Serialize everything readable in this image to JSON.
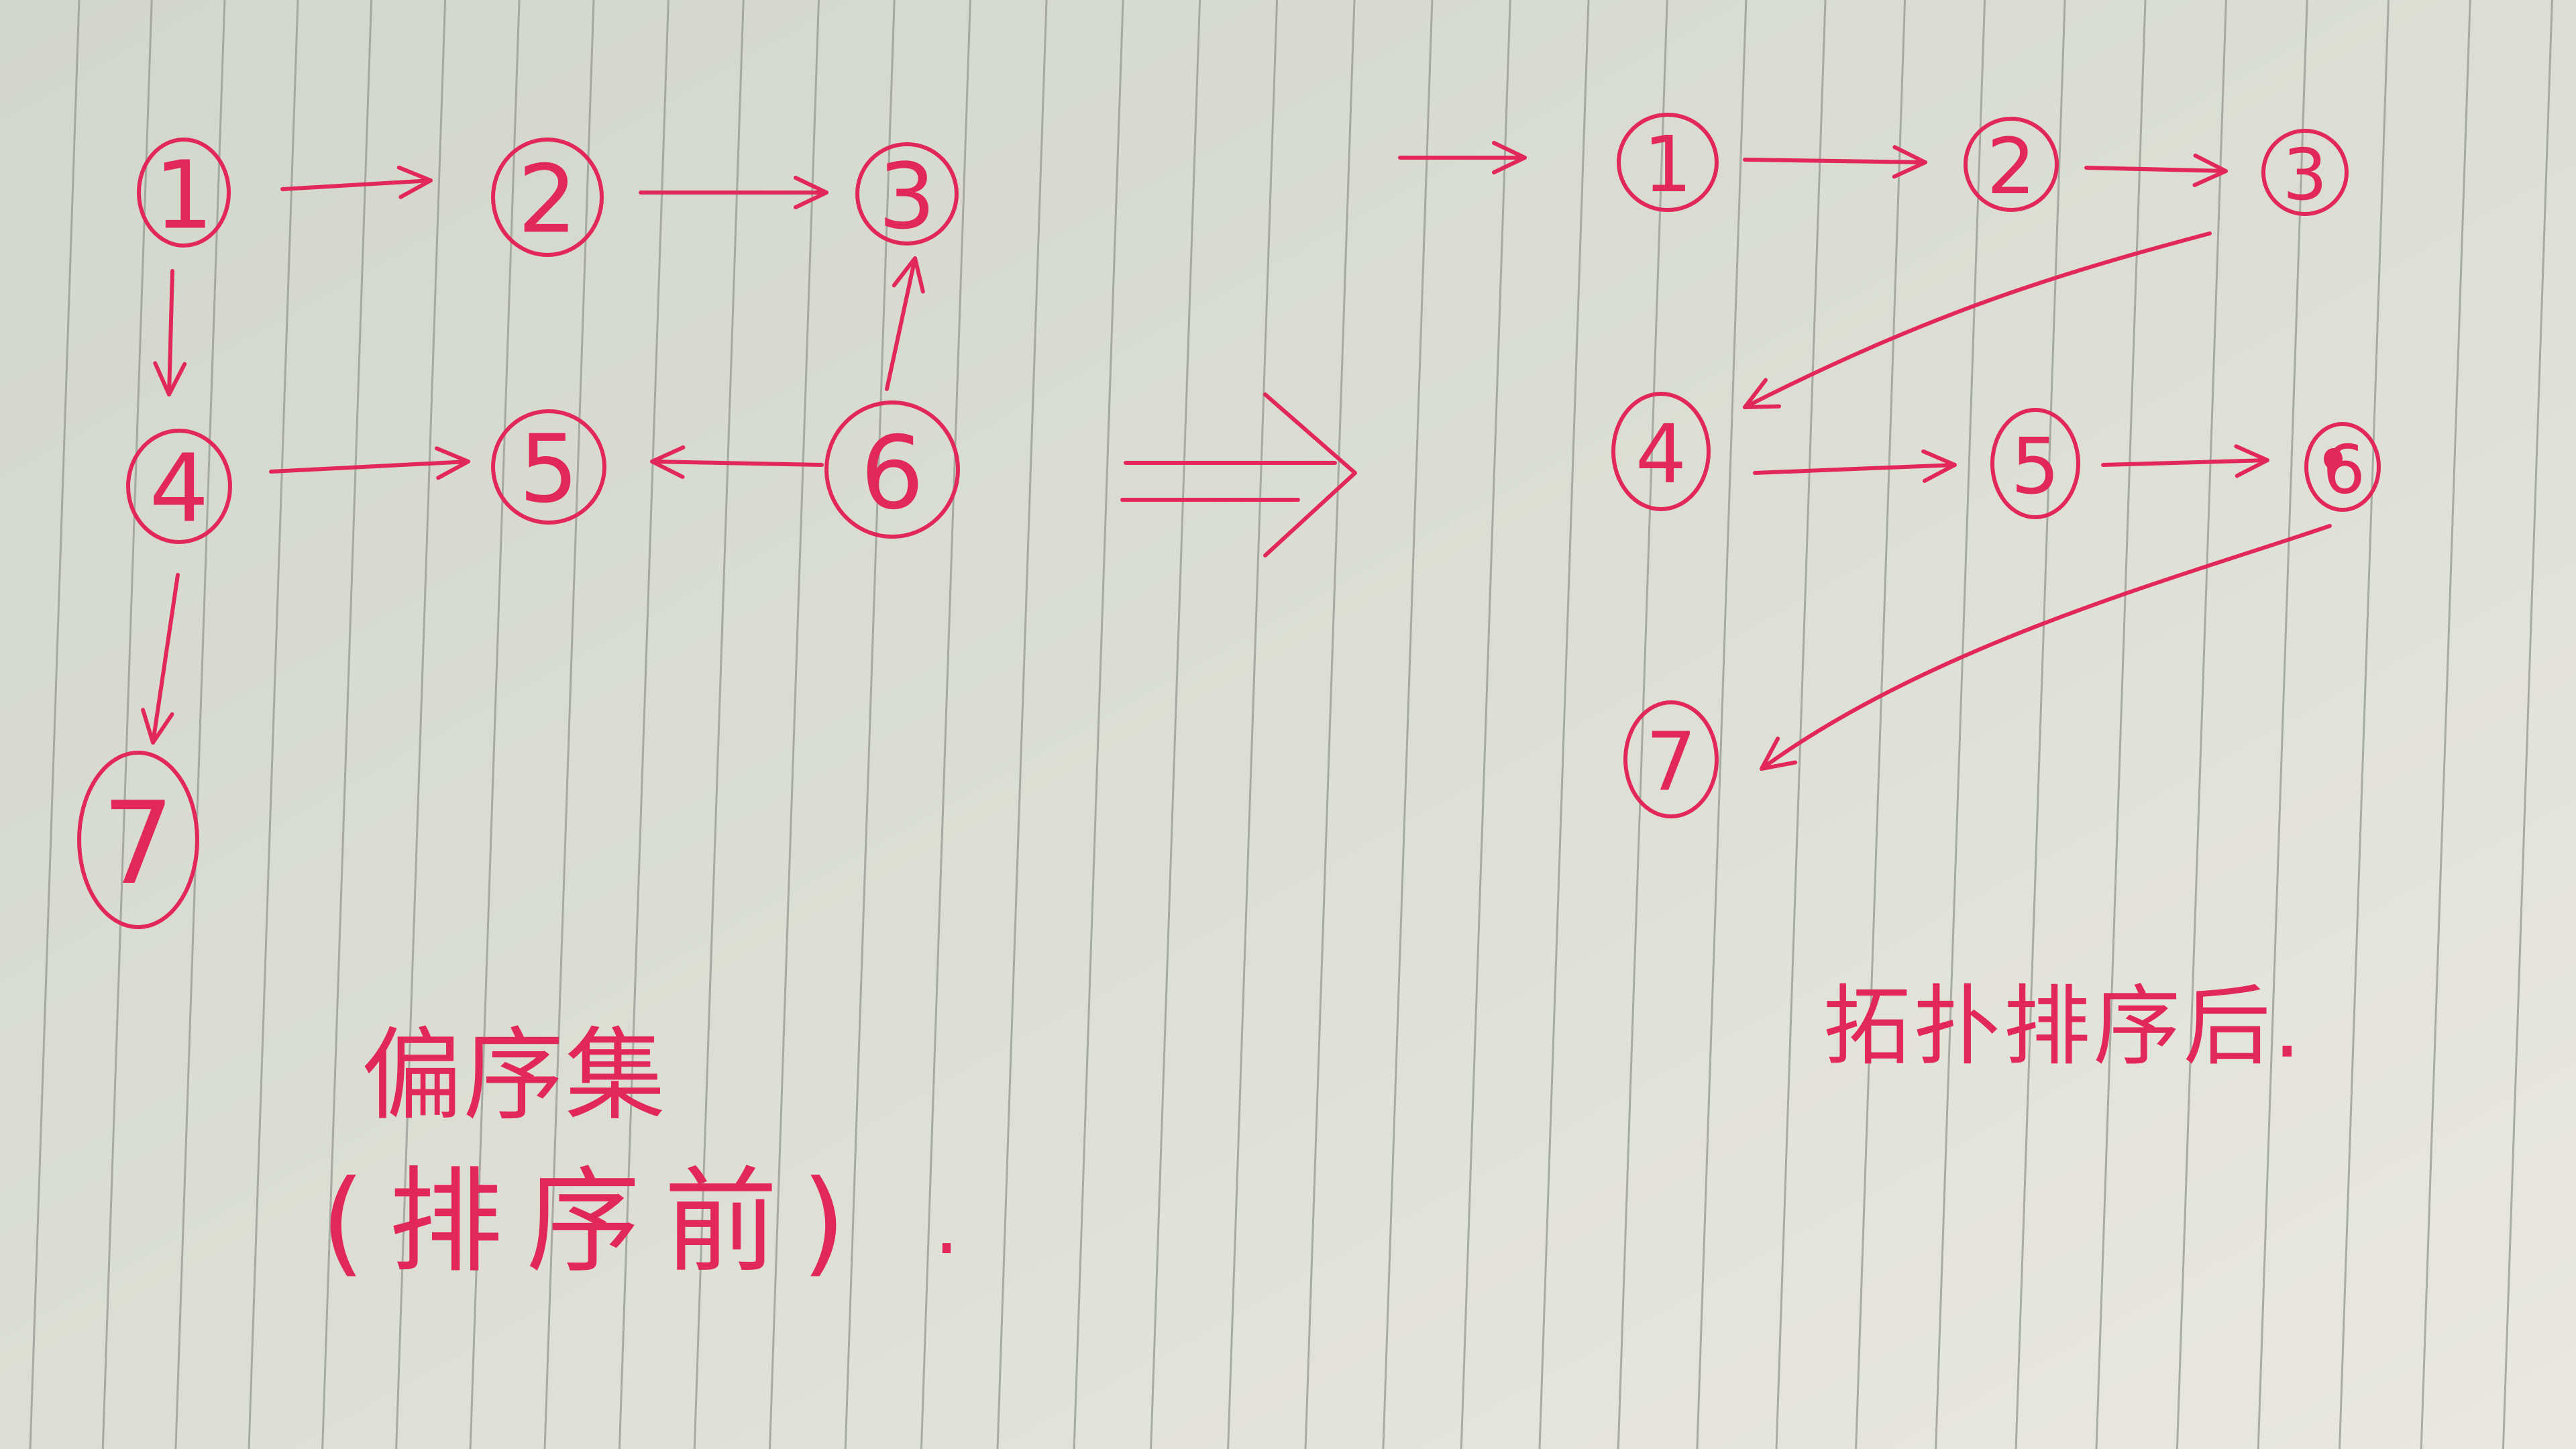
{
  "left_graph": {
    "nodes": [
      {
        "label": "1"
      },
      {
        "label": "2"
      },
      {
        "label": "3"
      },
      {
        "label": "4"
      },
      {
        "label": "5"
      },
      {
        "label": "6"
      },
      {
        "label": "7"
      }
    ],
    "edges": [
      [
        0,
        1
      ],
      [
        1,
        2
      ],
      [
        0,
        3
      ],
      [
        3,
        4
      ],
      [
        5,
        4
      ],
      [
        5,
        2
      ],
      [
        3,
        6
      ]
    ],
    "caption": {
      "line1": "偏序集",
      "line2": "(排序前)",
      "end_mark": "."
    }
  },
  "transition": {
    "icon": "double-right-arrow-icon"
  },
  "right_graph": {
    "nodes": [
      {
        "label": "1"
      },
      {
        "label": "2"
      },
      {
        "label": "3"
      },
      {
        "label": "4"
      },
      {
        "label": "5"
      },
      {
        "label": "6"
      },
      {
        "label": "7"
      }
    ],
    "entry_arrow_to": 0,
    "edges": [
      [
        0,
        1
      ],
      [
        1,
        2
      ],
      [
        2,
        3
      ],
      [
        3,
        4
      ],
      [
        4,
        5
      ],
      [
        5,
        6
      ]
    ],
    "caption": "拓扑排序后."
  },
  "colors": {
    "ink": "#e2285a",
    "paper": "#dfe0d8",
    "rule": "#8f958e"
  }
}
